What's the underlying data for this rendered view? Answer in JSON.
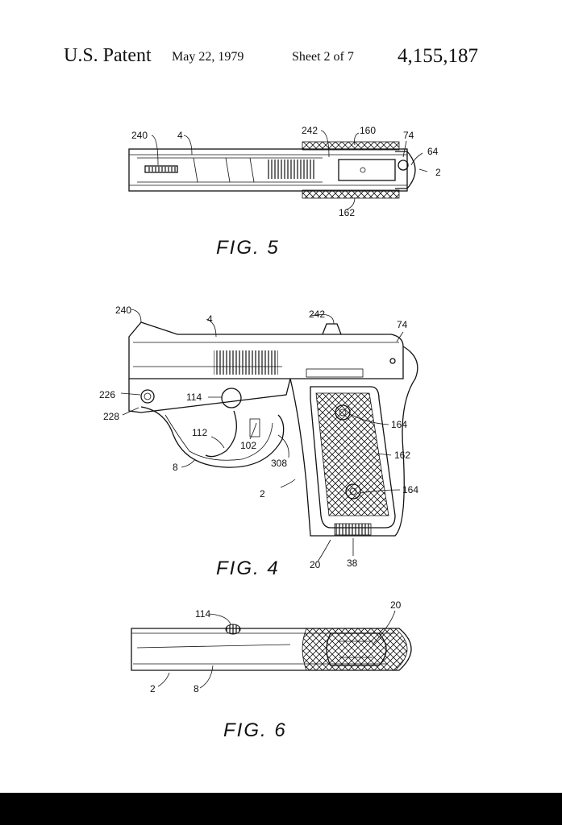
{
  "header": {
    "title": "U.S. Patent",
    "date": "May 22, 1979",
    "sheet": "Sheet 2 of 7",
    "patent_number": "4,155,187"
  },
  "figures": {
    "fig5": {
      "caption": "FIG. 5",
      "labels": {
        "r240": "240",
        "r4": "4",
        "r242": "242",
        "r160": "160",
        "r74": "74",
        "r64": "64",
        "r2": "2",
        "r162": "162"
      }
    },
    "fig4": {
      "caption": "FIG. 4",
      "labels": {
        "r240": "240",
        "r4": "4",
        "r242": "242",
        "r74": "74",
        "r226": "226",
        "r228": "228",
        "r114": "114",
        "r112": "112",
        "r102": "102",
        "r164a": "164",
        "r162": "162",
        "r164b": "164",
        "r8": "8",
        "r308": "308",
        "r2": "2",
        "r20": "20",
        "r38": "38"
      }
    },
    "fig6": {
      "caption": "FIG. 6",
      "labels": {
        "r114": "114",
        "r20": "20",
        "r2": "2",
        "r8": "8"
      }
    }
  }
}
